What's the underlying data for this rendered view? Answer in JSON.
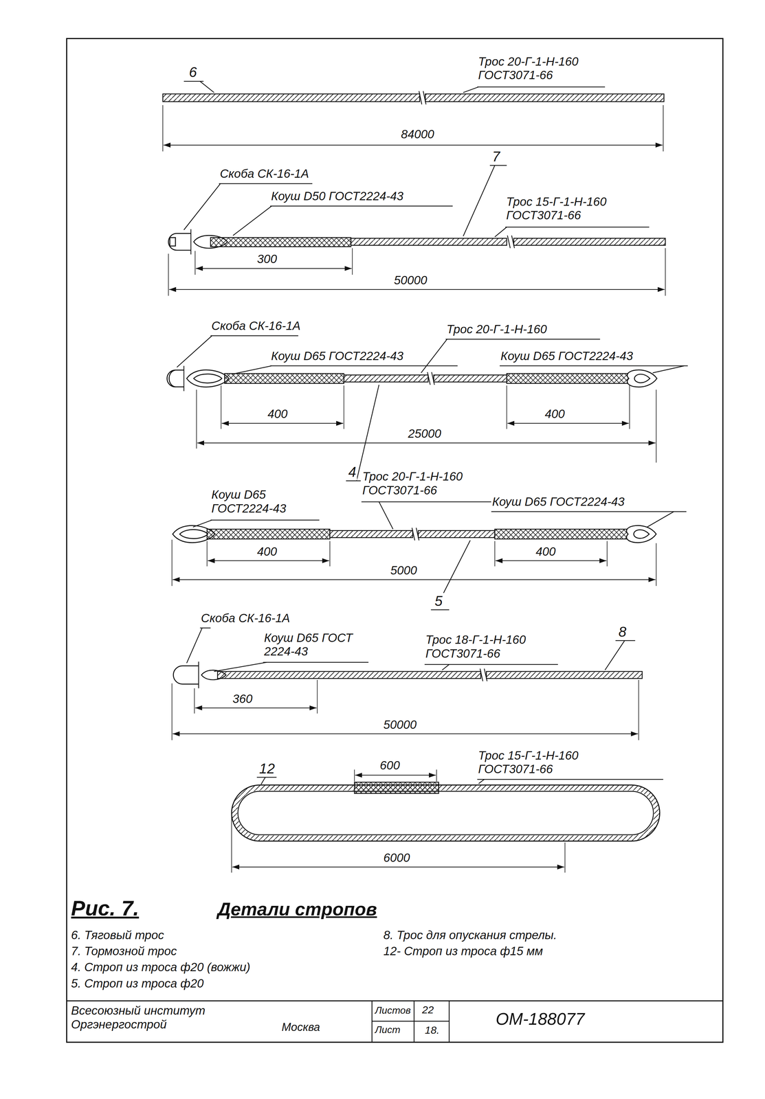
{
  "diagram": {
    "title": "Детали стропов",
    "labels": [
      "6",
      "Трос 20-Г-1-Н-160 ГОСТ3071-66",
      "84000",
      "Скоба СК-16-1А",
      "Коуш D50 ГОСТ2224-43",
      "7",
      "Трос 15-Г-1-Н-160 ГОСТ3071-66",
      "300",
      "50000",
      "Скоба СК-16-1А",
      "Коуш D65 ГОСТ2224-43",
      "Трос 20-Г-1-Н-160",
      "Коуш D65 ГОСТ2224-43",
      "400",
      "400",
      "25000",
      "4",
      "Коуш D65 ГОСТ2224-43",
      "Трос 20-Г-1-Н-160 ГОСТ3071-66",
      "Коуш D65 ГОСТ2224-43",
      "400",
      "400",
      "5000",
      "5",
      "Скоба СК-16-1А",
      "Коуш D65 ГОСТ 2224-43",
      "Трос 18-Г-1-Н-160 ГОСТ3071-66",
      "8",
      "360",
      "50000",
      "12",
      "600",
      "Трос 15-Г-1-Н-160 ГОСТ3071-66",
      "6000",
      "Рис. 7.",
      "6. Тяговый трос",
      "7. Тормозной трос",
      "4. Строп из троса ф20 (вожжи)",
      "5. Строп из троса ф20",
      "8. Трос для опускания стрелы.",
      "12- Строп из троса ф15 мм",
      "Всесоюзный институт Оргэнергострой",
      "Москва",
      "Листов",
      "22",
      "Лист",
      "18.",
      "ОМ-188077"
    ]
  }
}
